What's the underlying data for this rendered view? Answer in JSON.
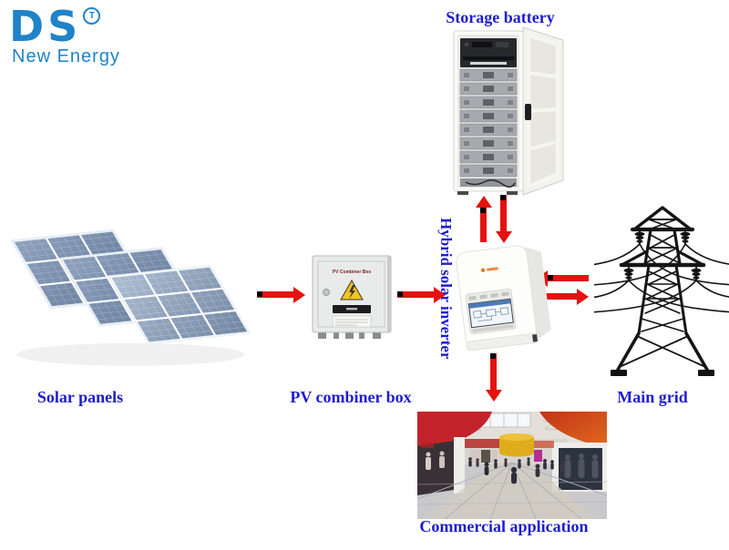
{
  "logo": {
    "brand": "DS",
    "trademark_letter": "T",
    "tagline": "New Energy",
    "color": "#1f83c9"
  },
  "labels": {
    "storage_battery": "Storage battery",
    "solar_panels": "Solar panels",
    "pv_combiner_box": "PV combiner box",
    "hybrid_inverter": "Hybrid solar inverter",
    "main_grid": "Main grid",
    "commercial_application": "Commercial application"
  },
  "devices": {
    "pv_combiner_title": "PV Combiner Box"
  },
  "arrows": [
    {
      "id": "solar-to-combiner",
      "from": "solar-panels",
      "to": "pv-combiner-box",
      "direction": "right"
    },
    {
      "id": "combiner-to-inverter",
      "from": "pv-combiner-box",
      "to": "hybrid-inverter",
      "direction": "right"
    },
    {
      "id": "inverter-to-battery",
      "from": "hybrid-inverter",
      "to": "storage-battery",
      "direction": "up"
    },
    {
      "id": "battery-to-inverter",
      "from": "storage-battery",
      "to": "hybrid-inverter",
      "direction": "down"
    },
    {
      "id": "grid-to-inverter",
      "from": "main-grid",
      "to": "hybrid-inverter",
      "direction": "left"
    },
    {
      "id": "inverter-to-grid",
      "from": "hybrid-inverter",
      "to": "main-grid",
      "direction": "right"
    },
    {
      "id": "inverter-to-commercial",
      "from": "hybrid-inverter",
      "to": "commercial-application",
      "direction": "down"
    }
  ],
  "colors": {
    "label_text": "#1d1dce",
    "arrow_red": "#e41310",
    "logo_blue": "#1f83c9",
    "solar_panel_blue": "#7489a8",
    "warning_yellow": "#f2c51d"
  }
}
